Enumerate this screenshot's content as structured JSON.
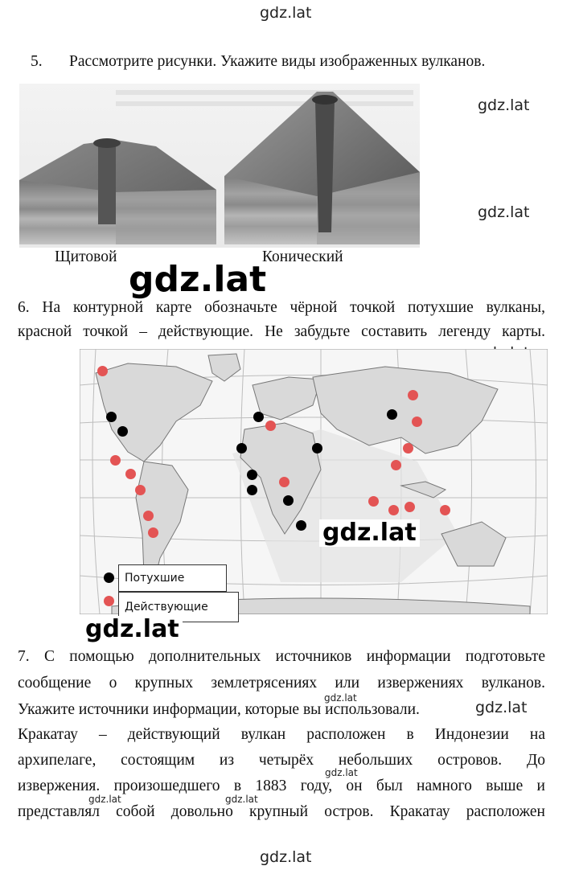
{
  "watermark": {
    "text": "gdz.lat"
  },
  "task5": {
    "number": "5.",
    "text": "Рассмотрите рисунки. Укажите виды изображенных вулканов.",
    "captions": [
      "Щитовой",
      "Конический"
    ]
  },
  "task6": {
    "lines": [
      "6. На контурной карте обозначьте чёрной точкой потухшие вулканы,",
      "красной точкой – действующие. Не забудьте составить легенду карты."
    ],
    "legend": {
      "extinct": "Потухшие",
      "active": "Действующие"
    },
    "colors": {
      "extinct": "#000000",
      "active": "#e35454"
    }
  },
  "task7": {
    "lines": [
      "7. С помощью дополнительных источников информации подготовьте",
      "сообщение о крупных землетрясениях или извержениях вулканов.",
      "Укажите источники информации, которые вы использовали.",
      "Кракатау – действующий вулкан расположен в Индонезии на",
      "архипелаге, состоящим из четырёх небольших островов. До",
      "извержения. произошедшего в 1883 году, он был намного выше и",
      "представлял собой довольно крупный остров. Кракатау расположен"
    ]
  }
}
